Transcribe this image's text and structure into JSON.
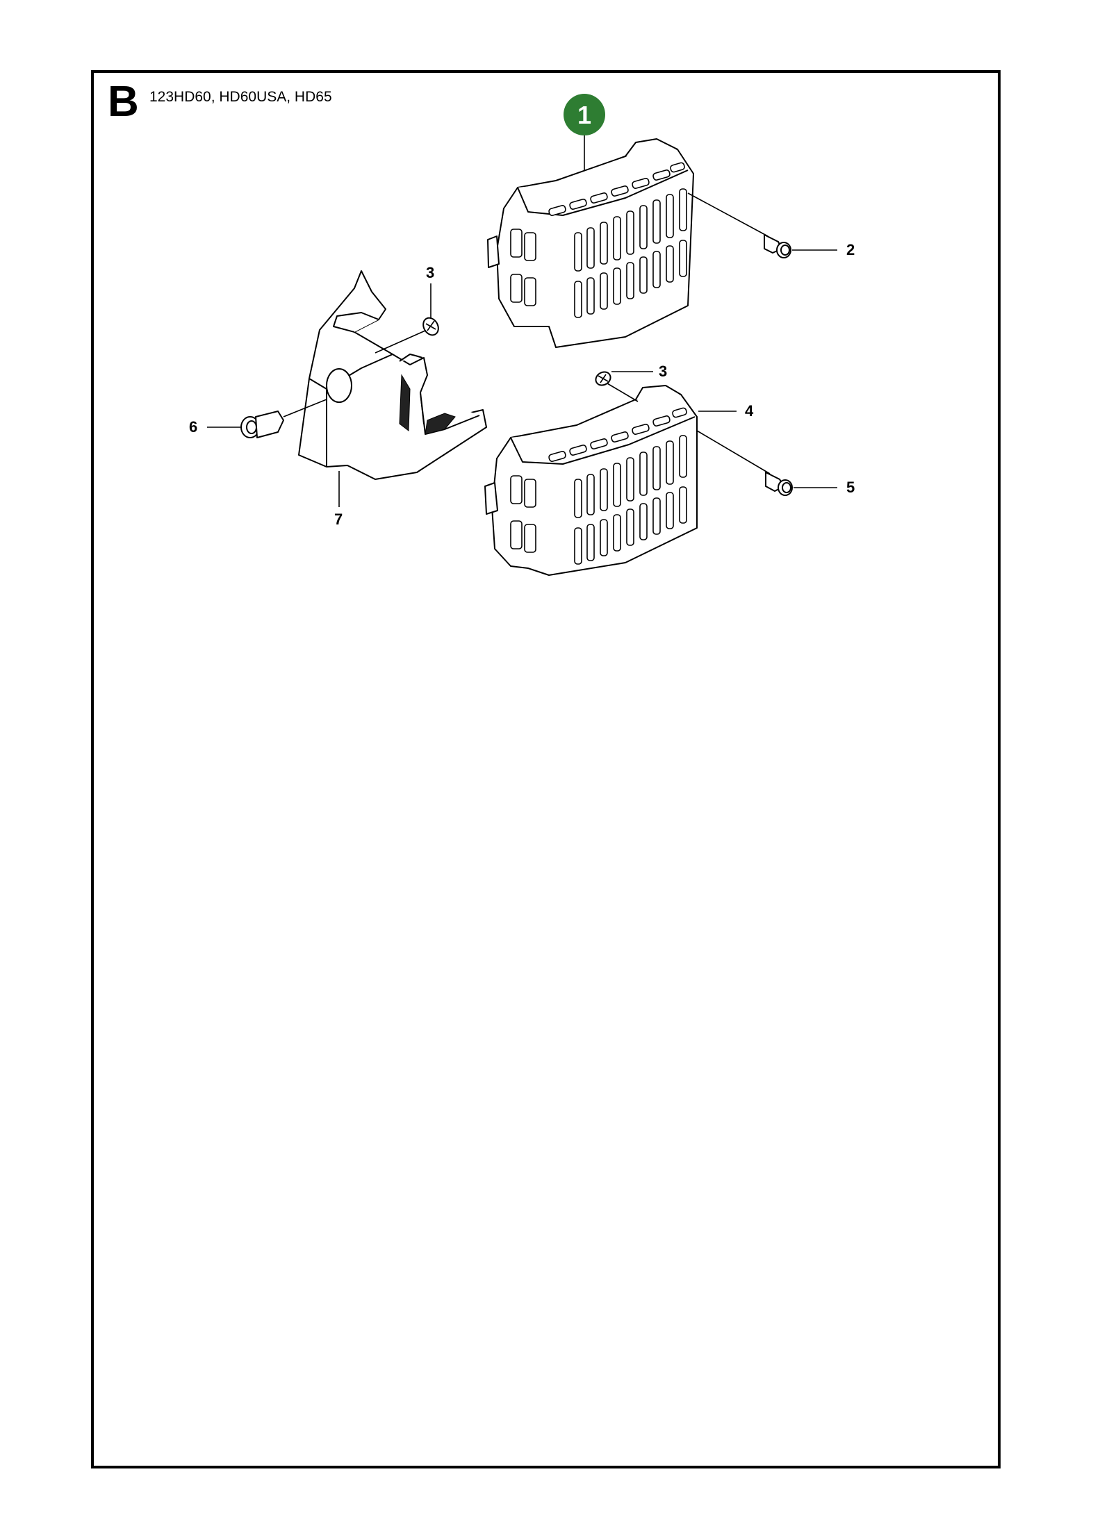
{
  "header": {
    "section_letter": "B",
    "models": "123HD60, HD60USA, HD65"
  },
  "badge": {
    "number": "1",
    "color": "#2e7d32"
  },
  "callouts": {
    "c1": "2",
    "c2": "3",
    "c3": "3",
    "c4": "4",
    "c5": "5",
    "c6": "6",
    "c7": "7"
  },
  "colors": {
    "line": "#000000",
    "background": "#ffffff"
  }
}
